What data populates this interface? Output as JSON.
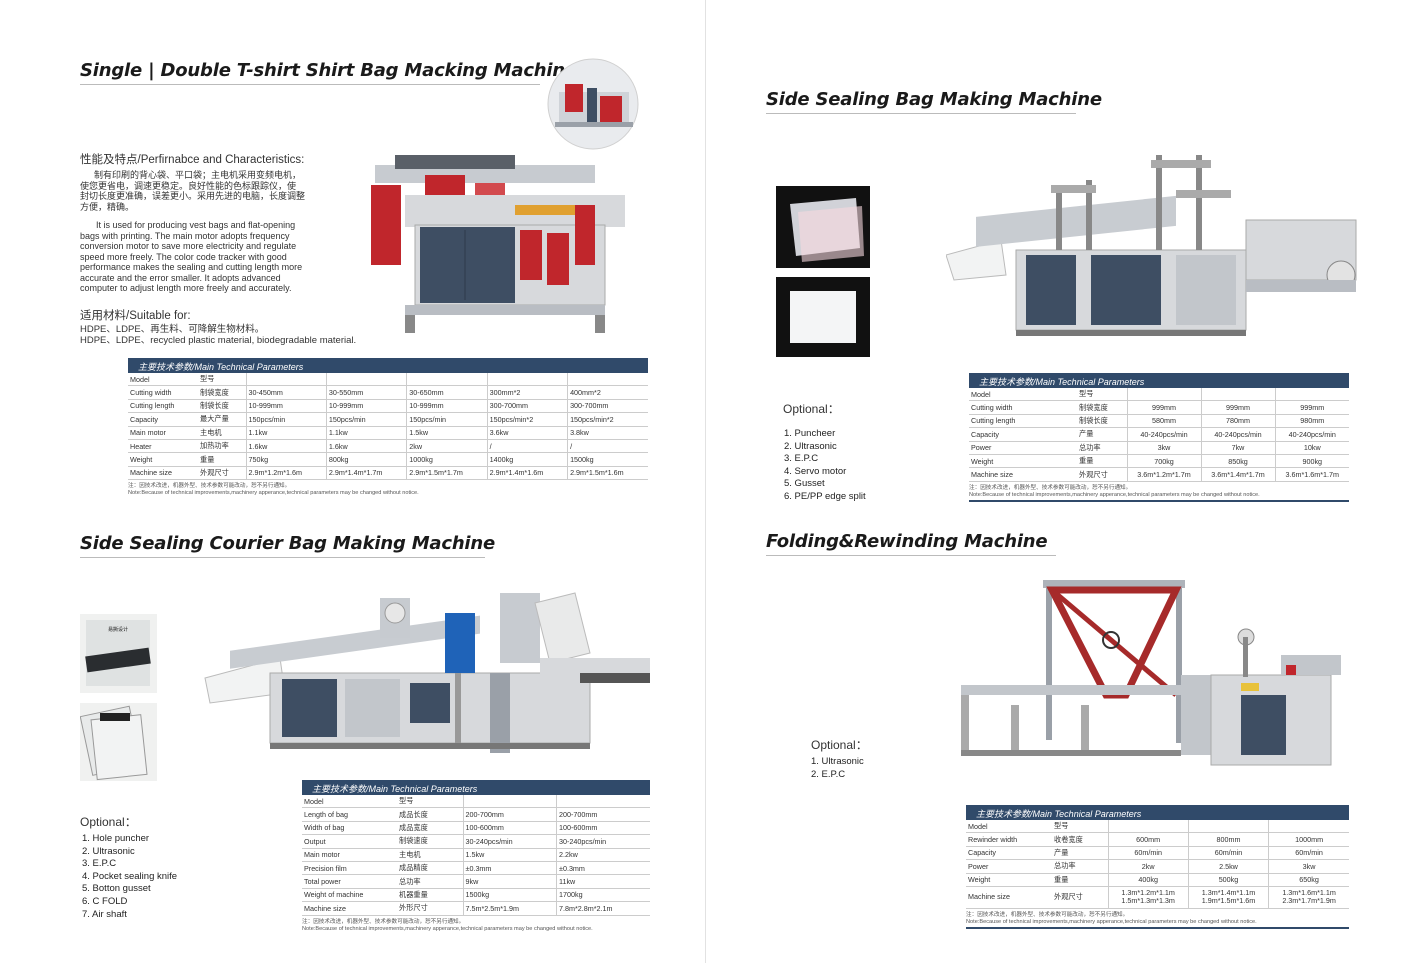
{
  "left": {
    "tshirt": {
      "title": "Single | Double T-shirt Shirt Bag Macking Machine",
      "char_head": "性能及特点/Perfirnabce and Characteristics:",
      "cn_lines": [
        "制有印刷的背心袋、平口袋；主电机采用变频电机，",
        "使您更省电，调速更稳定。良好性能的色标跟踪仪，使",
        "封切长度更准确，误差更小。采用先进的电脑，长度调整",
        "方便，精确。"
      ],
      "en_lines": [
        "It is used for producing vest bags and flat-opening",
        "bags with printing. The main motor adopts frequency",
        "conversion motor to save more electricity and regulate",
        "speed more freely. The color code tracker with good",
        "performance makes the sealing and cutting length more",
        "accurate and the error smaller. It adopts advanced",
        "computer to adjust length more freely and accurately."
      ],
      "suitable_head": "适用材料/Suitable for:",
      "suitable_cn": "HDPE、LDPE、再生料、可降解生物材料。",
      "suitable_en": "HDPE、LDPE、recycled plastic material, biodegradable material.",
      "table_header": "主要技术参数/Main Technical Parameters",
      "rows": [
        [
          "Model",
          "型号",
          "",
          "",
          "",
          "",
          ""
        ],
        [
          "Cutting width",
          "制袋宽度",
          "30-450mm",
          "30-550mm",
          "30-650mm",
          "300mm*2",
          "400mm*2"
        ],
        [
          "Cutting length",
          "制袋长度",
          "10-999mm",
          "10-999mm",
          "10-999mm",
          "300-700mm",
          "300-700mm"
        ],
        [
          "Capacity",
          "最大产量",
          "150pcs/min",
          "150pcs/min",
          "150pcs/min",
          "150pcs/min*2",
          "150pcs/min*2"
        ],
        [
          "Main motor",
          "主电机",
          "1.1kw",
          "1.1kw",
          "1.5kw",
          "3.6kw",
          "3.8kw"
        ],
        [
          "Heater",
          "加热功率",
          "1.6kw",
          "1.6kw",
          "2kw",
          "/",
          "/"
        ],
        [
          "Weight",
          "重量",
          "750kg",
          "800kg",
          "1000kg",
          "1400kg",
          "1500kg"
        ],
        [
          "Machine size",
          "外观尺寸",
          "2.9m*1.2m*1.6m",
          "2.9m*1.4m*1.7m",
          "2.9m*1.5m*1.7m",
          "2.9m*1.4m*1.6m",
          "2.9m*1.5m*1.6m"
        ]
      ],
      "note_cn": "注：因技术改进，机器外型、技术参数可能改动，恕不另行通知。",
      "note_en": "Note:Because of technical improvements,machinery apperance,technical parameters may be changed without notice."
    },
    "courier": {
      "title": "Side Sealing Courier Bag Making Machine",
      "thumb_label": "易撕设计",
      "optional_title": "Optional：",
      "optional": [
        "1. Hole puncher",
        "2. Ultrasonic",
        "3. E.P.C",
        "4. Pocket sealing knife",
        "5. Botton gusset",
        "6. C FOLD",
        "7. Air shaft"
      ],
      "table_header": "主要技术参数/Main Technical Parameters",
      "rows": [
        [
          "Model",
          "型号",
          "",
          ""
        ],
        [
          "Length of bag",
          "成品长度",
          "200-700mm",
          "200-700mm"
        ],
        [
          "Width of bag",
          "成品宽度",
          "100-600mm",
          "100-600mm"
        ],
        [
          "Output",
          "制袋速度",
          "30-240pcs/min",
          "30-240pcs/min"
        ],
        [
          "Main motor",
          "主电机",
          "1.5kw",
          "2.2kw"
        ],
        [
          "Precision film",
          "成品精度",
          "±0.3mm",
          "±0.3mm"
        ],
        [
          "Total power",
          "总功率",
          "9kw",
          "11kw"
        ],
        [
          "Weight of machine",
          "机器重量",
          "1500kg",
          "1700kg"
        ],
        [
          "Machine size",
          "外形尺寸",
          "7.5m*2.5m*1.9m",
          "7.8m*2.8m*2.1m"
        ]
      ],
      "note_cn": "注：因技术改进，机器外型、技术参数可能改动，恕不另行通知。",
      "note_en": "Note:Because of technical improvements,machinery apperance,technical parameters may be changed without notice."
    }
  },
  "right": {
    "side": {
      "title": "Side Sealing Bag Making Machine",
      "optional_title": "Optional：",
      "optional": [
        "1. Puncheer",
        "2. Ultrasonic",
        "3. E.P.C",
        "4. Servo motor",
        "5. Gusset",
        "6. PE/PP edge split"
      ],
      "table_header": "主要技术参数/Main Technical Parameters",
      "rows": [
        [
          "Model",
          "型号",
          "",
          "",
          ""
        ],
        [
          "Cutting width",
          "制袋宽度",
          "999mm",
          "999mm",
          "999mm"
        ],
        [
          "Cutting length",
          "制袋长度",
          "580mm",
          "780mm",
          "980mm"
        ],
        [
          "Capacity",
          "产量",
          "40-240pcs/min",
          "40-240pcs/min",
          "40-240pcs/min"
        ],
        [
          "Power",
          "总功率",
          "3kw",
          "7kw",
          "10kw"
        ],
        [
          "Weight",
          "重量",
          "700kg",
          "850kg",
          "900kg"
        ],
        [
          "Machine size",
          "外观尺寸",
          "3.6m*1.2m*1.7m",
          "3.6m*1.4m*1.7m",
          "3.6m*1.6m*1.7m"
        ]
      ],
      "note_cn": "注：因技术改进，机器外型、技术参数可能改动，恕不另行通知。",
      "note_en": "Note:Because of technical improvements,machinery apperance,technical parameters may be changed without notice."
    },
    "folding": {
      "title": "Folding&Rewinding Machine",
      "optional_title": "Optional：",
      "optional": [
        "1. Ultrasonic",
        "2. E.P.C"
      ],
      "table_header": "主要技术参数/Main Technical Parameters",
      "rows": [
        [
          "Model",
          "型号",
          "",
          "",
          ""
        ],
        [
          "Rewinder width",
          "收卷宽度",
          "600mm",
          "800mm",
          "1000mm"
        ],
        [
          "Capacity",
          "产量",
          "60m/min",
          "60m/min",
          "60m/min"
        ],
        [
          "Power",
          "总功率",
          "2kw",
          "2.5kw",
          "3kw"
        ],
        [
          "Weight",
          "重量",
          "400kg",
          "500kg",
          "650kg"
        ]
      ],
      "size_row": {
        "label": "Machine size",
        "cn": "外观尺寸",
        "values": [
          [
            "1.3m*1.2m*1.1m",
            "1.5m*1.3m*1.3m"
          ],
          [
            "1.3m*1.4m*1.1m",
            "1.9m*1.5m*1.6m"
          ],
          [
            "1.3m*1.6m*1.1m",
            "2.3m*1.7m*1.9m"
          ]
        ]
      },
      "note_cn": "注：因技术改进，机器外型、技术参数可能改动，恕不另行通知。",
      "note_en": "Note:Because of technical improvements,machinery apperance,technical parameters may be changed without notice."
    }
  },
  "colors": {
    "table_header": "#304a6a",
    "machine_panel": "#3e4e63",
    "machine_body": "#d7d9dc",
    "red_accent": "#c0262c"
  }
}
